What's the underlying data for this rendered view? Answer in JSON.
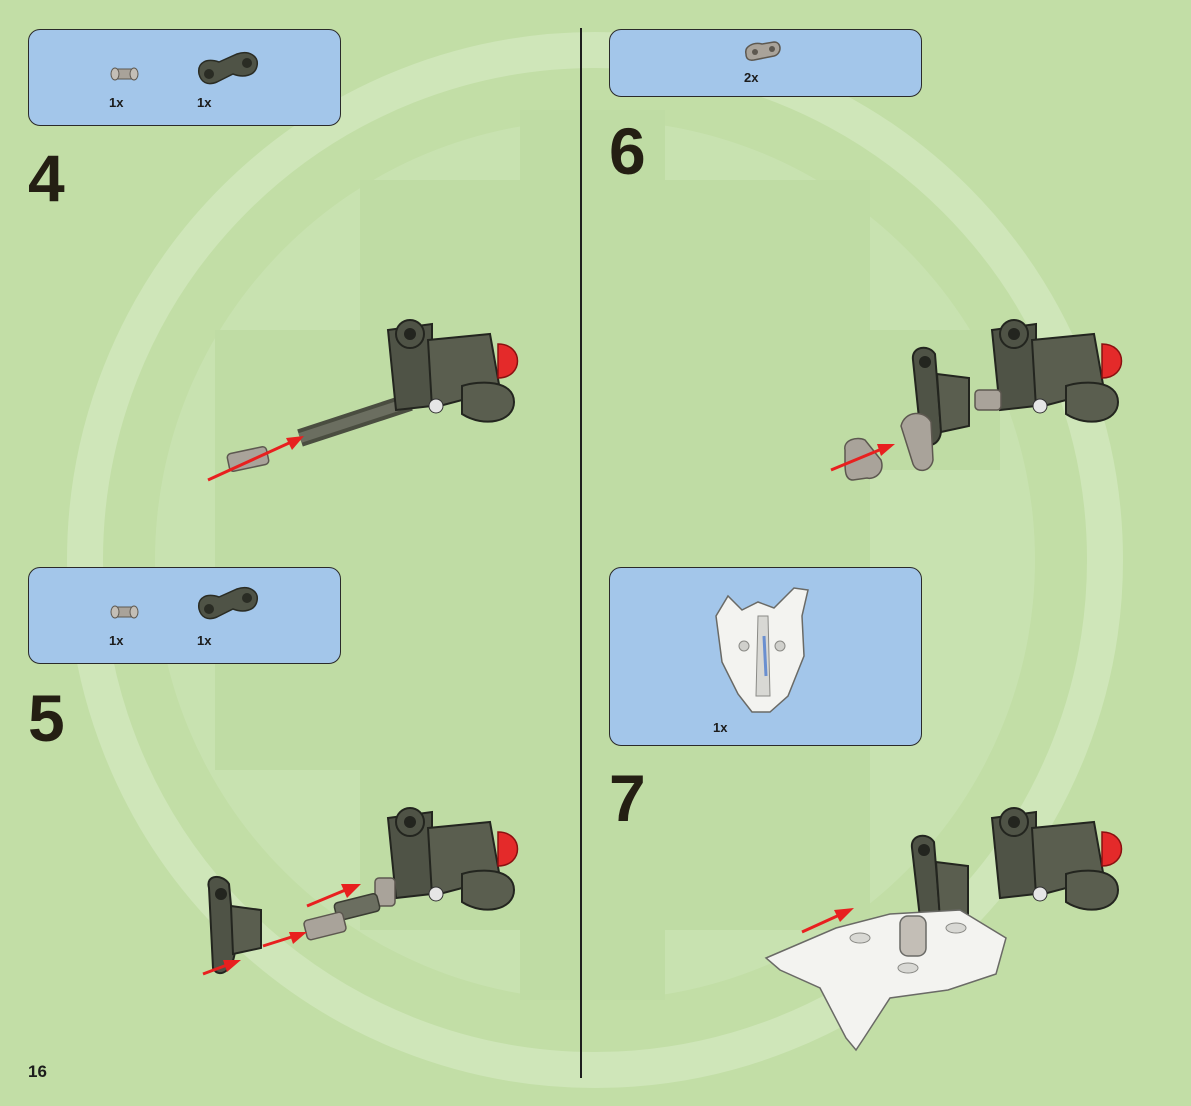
{
  "page": {
    "number": "16",
    "background_color": "#c2dea6",
    "accent_color": "#a3c6ea",
    "arrow_color": "#e8201f"
  },
  "steps": [
    {
      "number": "4",
      "parts": [
        {
          "qty": "1x",
          "icon": "connector-peg-icon"
        },
        {
          "qty": "1x",
          "icon": "dark-gray-limb-icon"
        }
      ]
    },
    {
      "number": "5",
      "parts": [
        {
          "qty": "1x",
          "icon": "connector-peg-icon"
        },
        {
          "qty": "1x",
          "icon": "dark-gray-limb-icon"
        }
      ]
    },
    {
      "number": "6",
      "parts": [
        {
          "qty": "2x",
          "icon": "beam-link-icon"
        }
      ]
    },
    {
      "number": "7",
      "parts": [
        {
          "qty": "1x",
          "icon": "white-armor-plate-icon"
        }
      ]
    }
  ]
}
